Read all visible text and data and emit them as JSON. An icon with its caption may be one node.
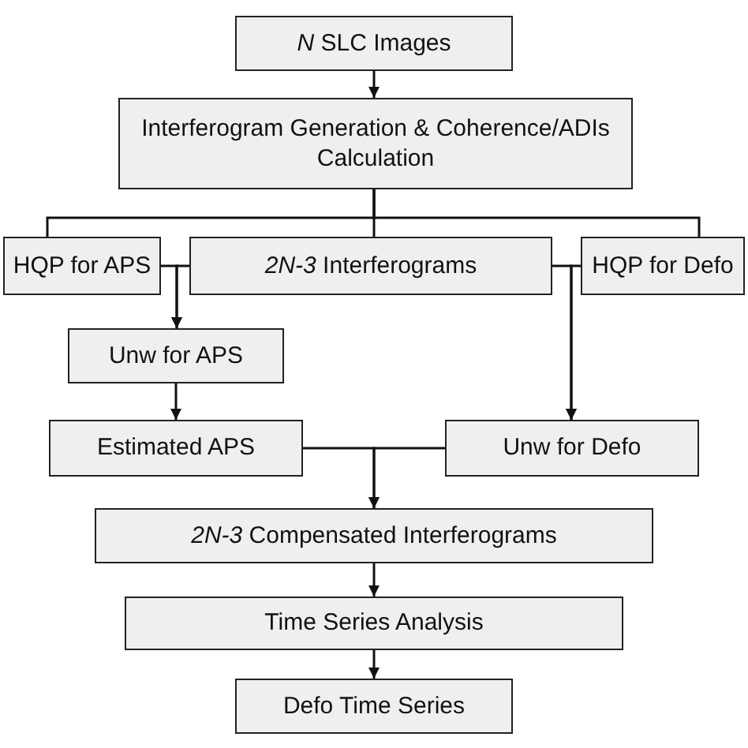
{
  "diagram": {
    "nodes": [
      {
        "text": [
          "*N* SLC Images"
        ]
      },
      {
        "text": [
          "Interferogram Generation & Coherence/ADIs Calculation"
        ]
      },
      {
        "text": [
          "HQP for APS"
        ]
      },
      {
        "text": [
          "*2N-3* Interferograms"
        ]
      },
      {
        "text": [
          "HQP for Defo"
        ]
      },
      {
        "text": [
          "Unw for APS"
        ]
      },
      {
        "text": [
          "Estimated APS"
        ]
      },
      {
        "text": [
          "Unw for Defo"
        ]
      },
      {
        "text": [
          "*2N-3* Compensated Interferograms"
        ]
      },
      {
        "text": [
          "Time Series Analysis"
        ]
      },
      {
        "text": [
          "Defo Time Series"
        ]
      }
    ],
    "edges": [
      {
        "from": 0,
        "to": 1,
        "arrow": "to"
      },
      {
        "from": 1,
        "to": 2,
        "arrow": "none"
      },
      {
        "from": 1,
        "to": 3,
        "arrow": "none"
      },
      {
        "from": 1,
        "to": 4,
        "arrow": "none"
      },
      {
        "from": 2,
        "to": 5,
        "arrow": "to"
      },
      {
        "from": 3,
        "to": 5,
        "arrow": "to"
      },
      {
        "from": 3,
        "to": 7,
        "arrow": "to"
      },
      {
        "from": 4,
        "to": 7,
        "arrow": "to"
      },
      {
        "from": 5,
        "to": 6,
        "arrow": "to"
      },
      {
        "from": 6,
        "to": 8,
        "arrow": "to"
      },
      {
        "from": 7,
        "to": 8,
        "arrow": "to"
      },
      {
        "from": 8,
        "to": 9,
        "arrow": "to"
      },
      {
        "from": 9,
        "to": 10,
        "arrow": "to"
      }
    ]
  }
}
